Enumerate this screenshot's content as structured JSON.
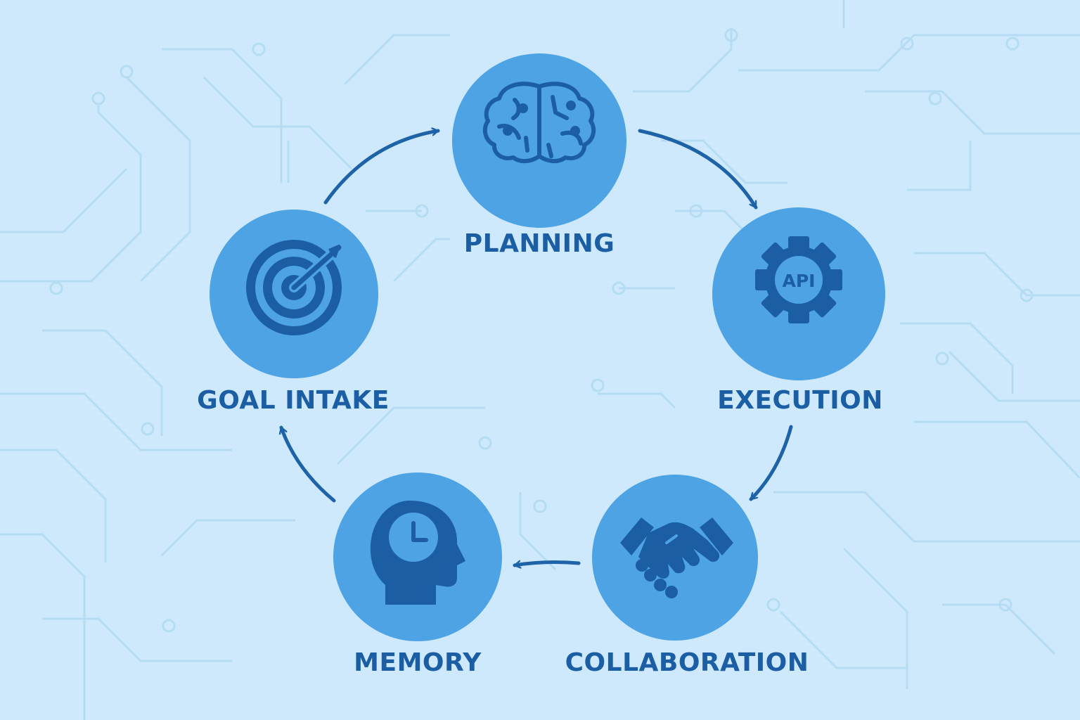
{
  "colors": {
    "background": "#cde9fb",
    "circuit_lines": "#b6dcf4",
    "node_fill": "#4da3e4",
    "icon_color": "#1b5ea3",
    "label_color": "#1b5ea3",
    "arrow_color": "#1e63a8"
  },
  "stages": [
    {
      "id": "planning",
      "label": "PLANNING",
      "icon": "brain-icon"
    },
    {
      "id": "execution",
      "label": "EXECUTION",
      "icon": "gear-api-icon",
      "icon_text": "API"
    },
    {
      "id": "collaboration",
      "label": "COLLABORATION",
      "icon": "handshake-icon"
    },
    {
      "id": "memory",
      "label": "MEMORY",
      "icon": "head-clock-icon"
    },
    {
      "id": "goal_intake",
      "label": "GOAL INTAKE",
      "icon": "target-icon"
    }
  ],
  "flow": [
    {
      "from": "goal_intake",
      "to": "planning"
    },
    {
      "from": "planning",
      "to": "execution"
    },
    {
      "from": "execution",
      "to": "collaboration"
    },
    {
      "from": "collaboration",
      "to": "memory"
    },
    {
      "from": "memory",
      "to": "goal_intake"
    }
  ]
}
